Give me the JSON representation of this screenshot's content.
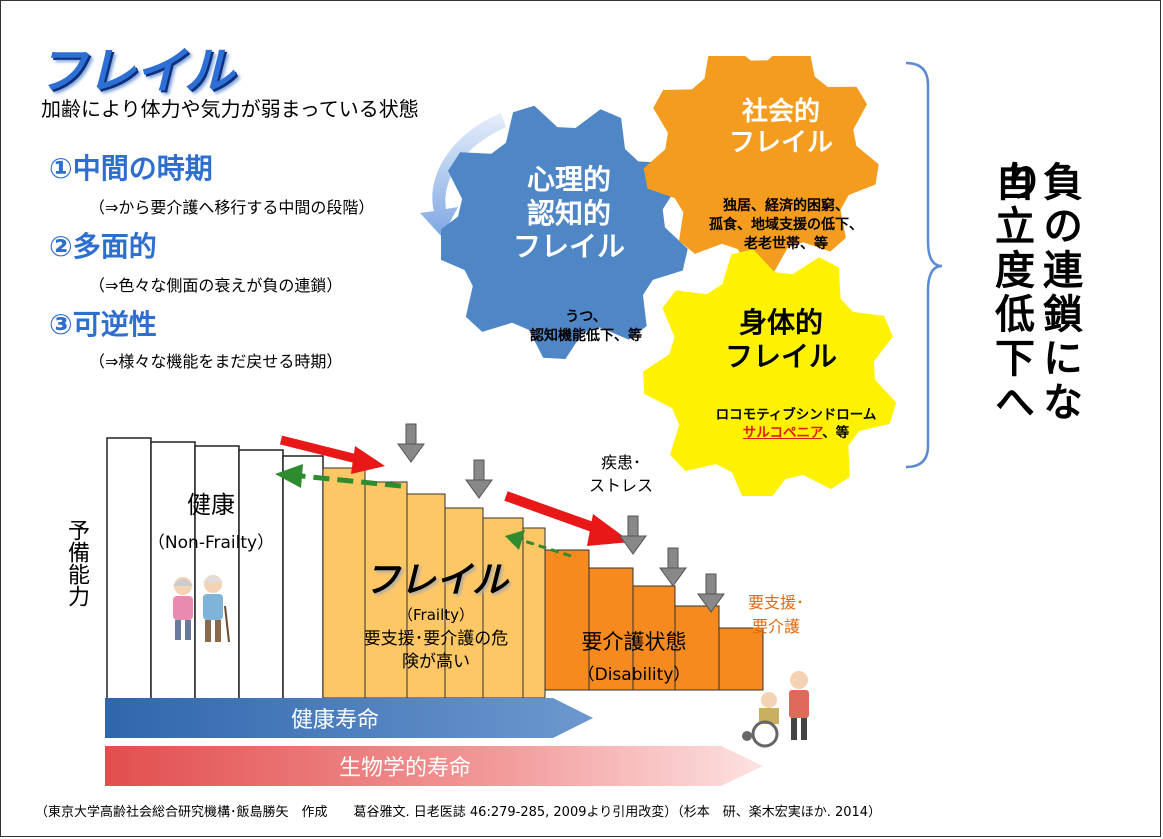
{
  "title": "フレイル",
  "subtitle": "加齢により体力や気力が弱まっている状態",
  "points": [
    {
      "label": "①中間の時期",
      "note": "（⇒から要介護へ移行する中間の段階）"
    },
    {
      "label": "②多面的",
      "note": "（⇒色々な側面の衰えが負の連鎖）"
    },
    {
      "label": "③可逆性",
      "note": "（⇒様々な機能をまだ戻せる時期）"
    }
  ],
  "gears": {
    "psych": {
      "line1": "心理的",
      "line2": "認知的",
      "line3": "フレイル",
      "detail1": "うつ、",
      "detail2": "認知機能低下、等",
      "color": "#4f86c6"
    },
    "social": {
      "line1": "社会的",
      "line2": "フレイル",
      "detail1": "独居、経済的困窮、",
      "detail2": "孤食、地域支援の低下、",
      "detail3": "老老世帯、等",
      "color": "#f39c1f"
    },
    "physical": {
      "line1": "身体的",
      "line2": "フレイル",
      "detail1": "ロコモティブシンドローム",
      "detail2_highlight": "サルコペニア",
      "detail2_rest": "、等",
      "color": "#fff200",
      "highlight_color": "#e01b1b"
    }
  },
  "right_text": {
    "col1": "負の連鎖になり",
    "col2": "自立度低下へ"
  },
  "stairs": {
    "y_label": "予備能力",
    "healthy": {
      "label": "健康",
      "sub": "（Non-Frailty）"
    },
    "frailty": {
      "label": "フレイル",
      "sub": "（Frailty）",
      "desc1": "要支援･要介護の危",
      "desc2": "険が高い"
    },
    "disability": {
      "label": "要介護状態",
      "sub": "（Disability）"
    },
    "disease": {
      "line1": "疾患･",
      "line2": "ストレス"
    },
    "support": {
      "line1": "要支援･",
      "line2": "要介護"
    },
    "colors": {
      "frailty": "#fdc766",
      "disability": "#f68a1e",
      "support_text": "#e06a10"
    }
  },
  "bars": {
    "health_life": "健康寿命",
    "bio_life": "生物学的寿命",
    "health_color": "#3d74b8",
    "bio_color": "#ec6a6a"
  },
  "citation": "（東京大学高齢社会総合研究機構･飯島勝矢　作成　　葛谷雅文. 日老医誌 46:279-285, 2009より引用改変）（杉本　研、楽木宏実ほか. 2014）"
}
